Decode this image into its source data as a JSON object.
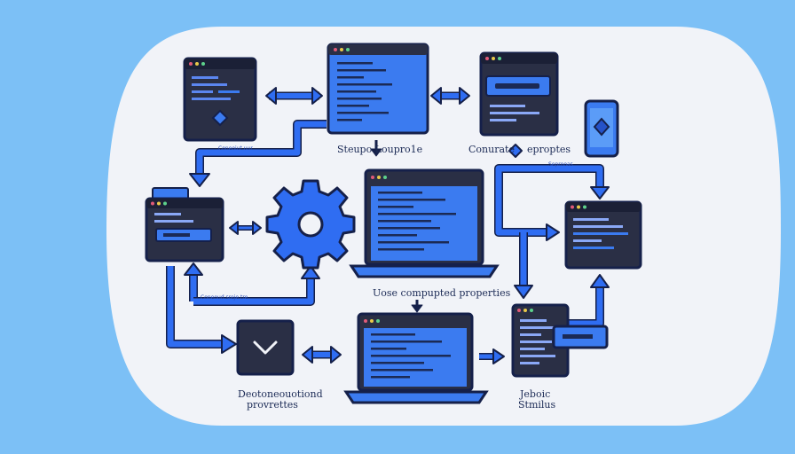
{
  "labels": {
    "setup_lifecycle": "Steupo Loupro1e",
    "computed_properties_top": "Conurate",
    "computed_properties_top_b": "eproptes",
    "use_computed_properties": "Uose compupted properties",
    "destructured_properties_line1": "Deotoneouotiond",
    "destructured_properties_line2": "provrettes",
    "update_status_line1": "Jeboic",
    "update_status_line2": "Stmilus"
  },
  "tiny_labels": {
    "upper_left_arrow": "Coneoiut uur",
    "lower_left_arrow": "Coneoud sreje tre",
    "right_arrow": "Seprooas"
  },
  "colors": {
    "background": "#7cc0f6",
    "card": "#f1f3f8",
    "arrow_blue": "#2f6df2",
    "outline": "#15204a",
    "screen_dark": "#2a2f45",
    "screen_blue": "#3b7bf0"
  }
}
